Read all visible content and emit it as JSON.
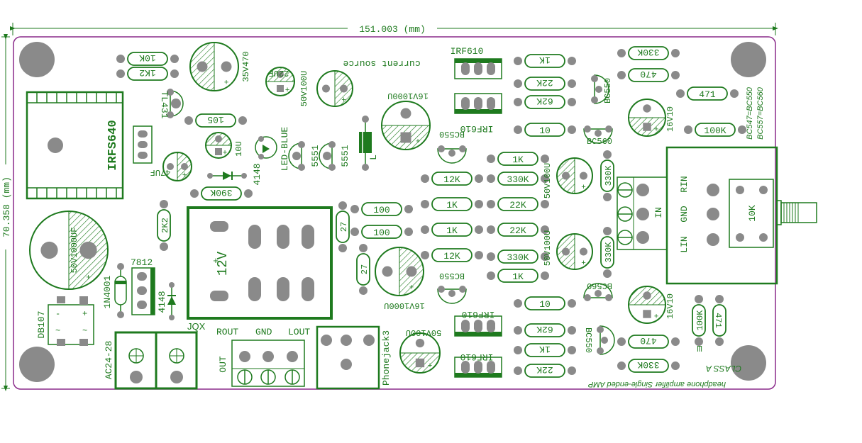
{
  "dimensions": {
    "width_label": "151.003 (mm)",
    "height_label": "70.358 (mm)"
  },
  "colors": {
    "silk": "#1e7a1e",
    "pad": "#8a8a8a",
    "board_outline": "#8a2a8a",
    "dim": "#1e7a1e"
  },
  "resistors": [
    {
      "id": "r1",
      "label": "10K"
    },
    {
      "id": "r2",
      "label": "1K2"
    },
    {
      "id": "r3",
      "label": "105"
    },
    {
      "id": "r4",
      "label": "390K"
    },
    {
      "id": "r5",
      "label": "2K2"
    },
    {
      "id": "r6",
      "label": "100"
    },
    {
      "id": "r7",
      "label": "100"
    },
    {
      "id": "r8",
      "label": "27"
    },
    {
      "id": "r9",
      "label": "27"
    },
    {
      "id": "r10",
      "label": "12K"
    },
    {
      "id": "r11",
      "label": "1K"
    },
    {
      "id": "r12",
      "label": "1K"
    },
    {
      "id": "r13",
      "label": "12K"
    },
    {
      "id": "r14",
      "label": "1K"
    },
    {
      "id": "r15",
      "label": "330K"
    },
    {
      "id": "r16",
      "label": "22K"
    },
    {
      "id": "r17",
      "label": "22K"
    },
    {
      "id": "r18",
      "label": "330K"
    },
    {
      "id": "r19",
      "label": "1K"
    },
    {
      "id": "r20",
      "label": "1K"
    },
    {
      "id": "r21",
      "label": "22K"
    },
    {
      "id": "r22",
      "label": "62K"
    },
    {
      "id": "r23",
      "label": "10"
    },
    {
      "id": "r24",
      "label": "10"
    },
    {
      "id": "r25",
      "label": "62K"
    },
    {
      "id": "r26",
      "label": "1K"
    },
    {
      "id": "r27",
      "label": "22K"
    },
    {
      "id": "r28",
      "label": "330K"
    },
    {
      "id": "r29",
      "label": "470"
    },
    {
      "id": "r30",
      "label": "471"
    },
    {
      "id": "r31",
      "label": "100K"
    },
    {
      "id": "r32",
      "label": "330K"
    },
    {
      "id": "r33",
      "label": "330K"
    },
    {
      "id": "r34",
      "label": "100K"
    },
    {
      "id": "r35",
      "label": "471"
    },
    {
      "id": "r36",
      "label": "470"
    },
    {
      "id": "r37",
      "label": "330K"
    }
  ],
  "capacitors": [
    {
      "id": "c1",
      "label": "35V470"
    },
    {
      "id": "c2",
      "label": "22UF"
    },
    {
      "id": "c3",
      "label": "50V100U"
    },
    {
      "id": "c4",
      "label": "10U"
    },
    {
      "id": "c5",
      "label": "47UF"
    },
    {
      "id": "c6",
      "label": "50V1000UF"
    },
    {
      "id": "c7",
      "label": "16V1000U"
    },
    {
      "id": "c8",
      "label": "16V1000U"
    },
    {
      "id": "c9",
      "label": "50V100U"
    },
    {
      "id": "c10",
      "label": "50V100U"
    },
    {
      "id": "c11",
      "label": "50V100U"
    },
    {
      "id": "c12",
      "label": "16V10"
    },
    {
      "id": "c13",
      "label": "16V10"
    }
  ],
  "semis": {
    "irfs640": "IRFS640",
    "tl431": "TL431",
    "led": "LED-BLUE",
    "d4148a": "4148",
    "d4148b": "4148",
    "t5551a": "5551",
    "t5551b": "5551",
    "ind": "L",
    "reg": "7812",
    "d1n4001": "1N4001",
    "bridge": "DB107",
    "irf610a": "IRF610",
    "irf610b": "IRF610",
    "irf610c": "IRF610",
    "irf610d": "IRF610",
    "bc550a": "BC550",
    "bc550b": "BC550",
    "bc550c": "BC550",
    "bc550d": "BC550",
    "bc560a": "BC560",
    "bc560b": "BC560"
  },
  "connectors": {
    "ac_label": "AC24-28",
    "jqx": "JQX",
    "relay_label": "12V",
    "rout": "ROUT",
    "gnd": "GND",
    "lout": "LOUT",
    "out": "OUT",
    "phonejack": "Phonejack3",
    "rin": "RIN",
    "gnd2": "GND",
    "lin": "LIN",
    "in": "IN",
    "pot": "10K"
  },
  "notes": {
    "current_source": "current source",
    "bc_note1": "BC547=BC550",
    "bc_note2": "BC557=BC560",
    "class_a": "CLASS A",
    "title": "headphone amplifier Single-ended AMP"
  }
}
